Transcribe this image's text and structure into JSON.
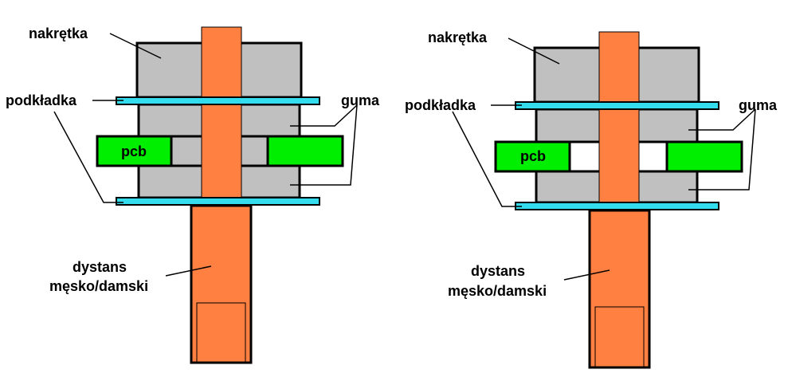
{
  "labels": {
    "nut": "nakrętka",
    "washer": "podkładka",
    "rubber": "guma",
    "pcb": "pcb",
    "standoff_line1": "dystans",
    "standoff_line2": "męsko/damski"
  },
  "colors": {
    "bolt": "#FF8040",
    "rubber": "#C0C0C0",
    "washer": "#33DDEE",
    "pcb": "#00EE00",
    "outline": "#000000",
    "background": "#FFFFFF"
  },
  "diagrams": [
    {
      "variant": "left",
      "pcb_hole_fill": "#C0C0C0"
    },
    {
      "variant": "right",
      "pcb_hole_fill": "#FFFFFF"
    }
  ]
}
